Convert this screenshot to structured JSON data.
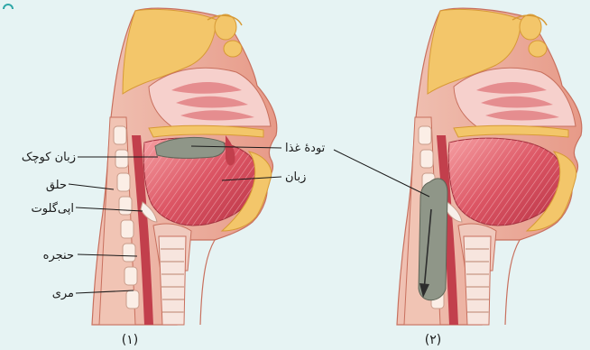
{
  "labels": {
    "soft_palate": "زبان کوچک",
    "pharynx": "حلق",
    "epiglottis": "اپی‌گلوت",
    "larynx": "حنجره",
    "esophagus": "مری",
    "food_bolus": "تودهٔ غذا",
    "tongue": "زبان"
  },
  "captions": {
    "figure_1": "(۱)",
    "figure_2": "(۲)"
  },
  "colors": {
    "background": "#e6f3f3",
    "skin": "#f2b9a8",
    "skin_dark": "#d8786a",
    "bone": "#f3c66a",
    "bone_edge": "#d79a35",
    "muscle": "#d9485a",
    "muscle_light": "#f08a8f",
    "cavity": "#f7d7cf",
    "mucosa": "#c23f4c",
    "bolus": "#8f9688",
    "cartilage": "#e9eef0",
    "arrow": "#2d2d2d"
  }
}
